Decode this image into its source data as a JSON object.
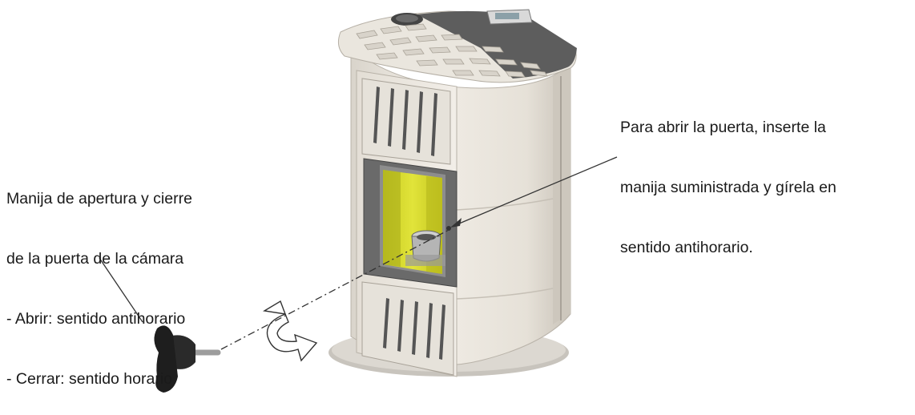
{
  "labels": {
    "handle_description": {
      "lines": [
        "Manija de apertura y cierre",
        "de la puerta de la cámara",
        "- Abrir: sentido antihorario",
        "- Cerrar: sentido horario"
      ]
    },
    "door_instruction": {
      "lines": [
        "Para abrir la puerta, inserte la",
        "manija suministrada y gírela en",
        "sentido antihorario."
      ]
    }
  },
  "colors": {
    "stove_body": "#ebe7df",
    "stove_shadow": "#cfcac1",
    "top_plate": "#5f5f5f",
    "door_frame": "#6d6d6d",
    "fire_chamber": "#d7dc2b",
    "handle_grip": "#222222",
    "handle_shaft": "#a0a0a0",
    "line": "#333333"
  }
}
